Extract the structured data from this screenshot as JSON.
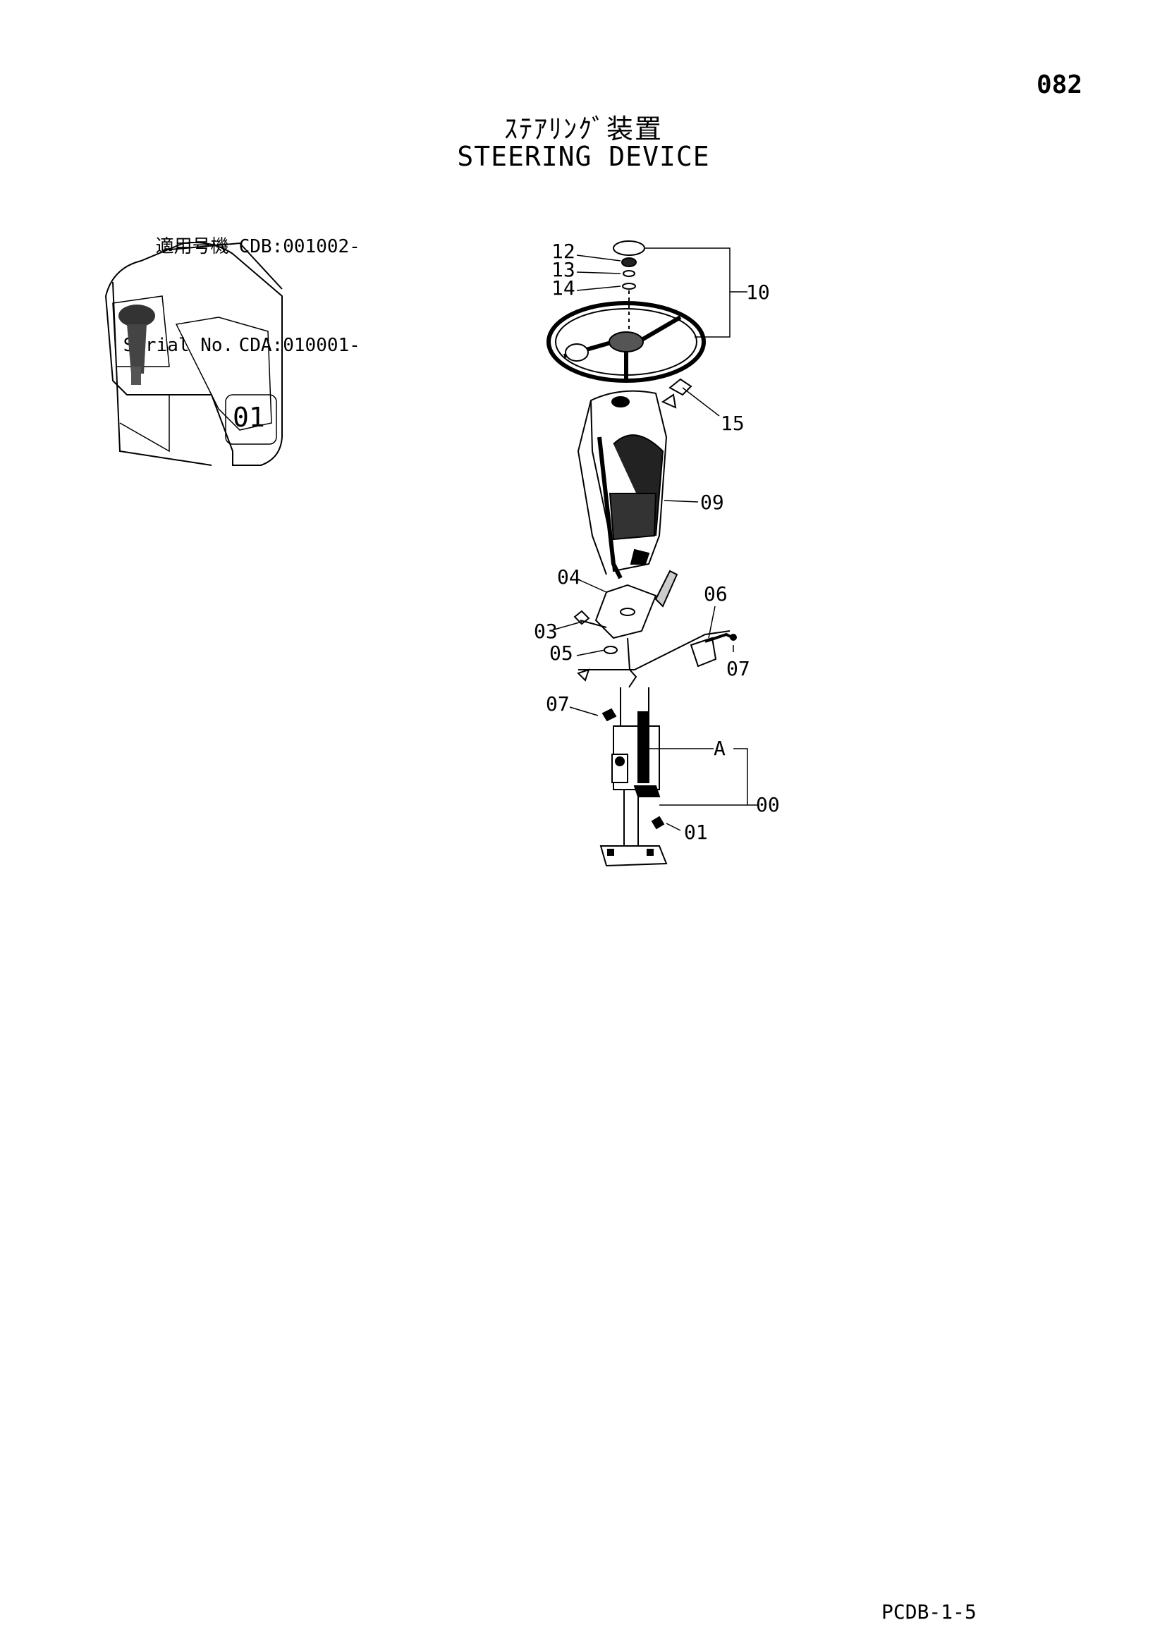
{
  "page_number": "082",
  "title": {
    "japanese": "ｽﾃｱﾘﾝｸﾞ装置",
    "english": "STEERING DEVICE"
  },
  "serial": {
    "rows": [
      {
        "label": "適用号機",
        "value": "CDB:001002-"
      },
      {
        "label": "Serial No.",
        "value": "CDA:010001-"
      }
    ]
  },
  "callouts": {
    "c12": "12",
    "c13": "13",
    "c14": "14",
    "c10": "10",
    "c15": "15",
    "c09": "09",
    "c04": "04",
    "c06": "06",
    "c03": "03",
    "c05": "05",
    "c07a": "07",
    "c07b": "07",
    "cA": "A",
    "c00": "00",
    "c01": "01"
  },
  "cab_marking": "01",
  "footer_code": "PCDB-1-5"
}
